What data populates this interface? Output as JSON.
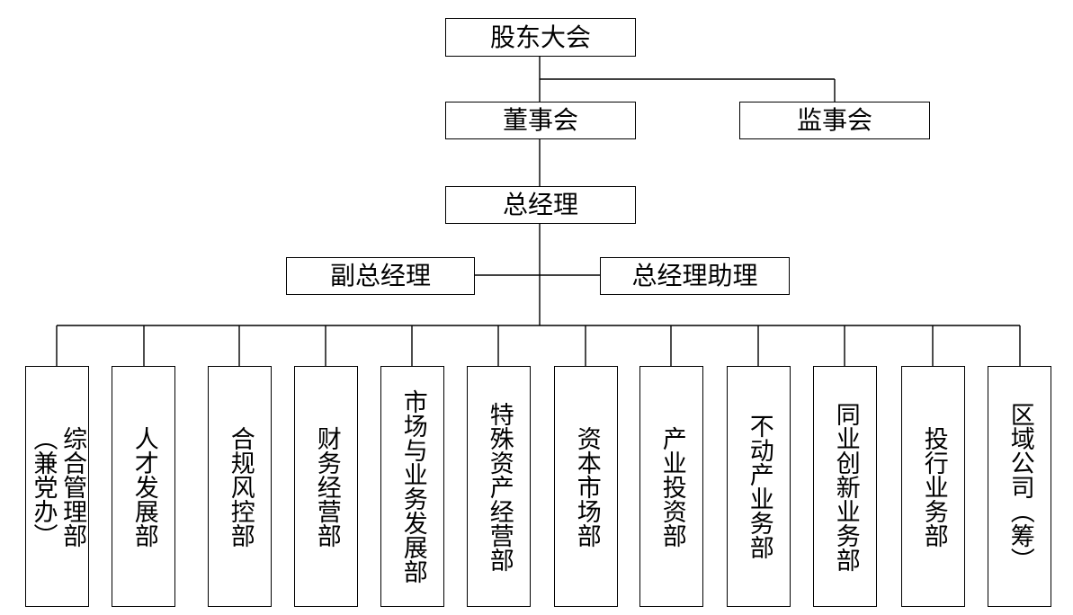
{
  "nodes": {
    "shareholders": "股东大会",
    "board": "董事会",
    "supervisors": "监事会",
    "general_manager": "总经理",
    "deputy_gm": "副总经理",
    "gm_assistant": "总经理助理"
  },
  "departments": [
    {
      "main": "综合管理部",
      "note": "（兼党办）"
    },
    {
      "main": "人才发展部"
    },
    {
      "main": "合规风控部"
    },
    {
      "main": "财务经营部"
    },
    {
      "main": "市场与业务发展部"
    },
    {
      "main": "特殊资产经营部"
    },
    {
      "main": "资本市场部"
    },
    {
      "main": "产业投资部"
    },
    {
      "main": "不动产业务部"
    },
    {
      "main": "同业创新业务部"
    },
    {
      "main": "投行业务部"
    },
    {
      "main": "区域公司（筹）"
    }
  ]
}
